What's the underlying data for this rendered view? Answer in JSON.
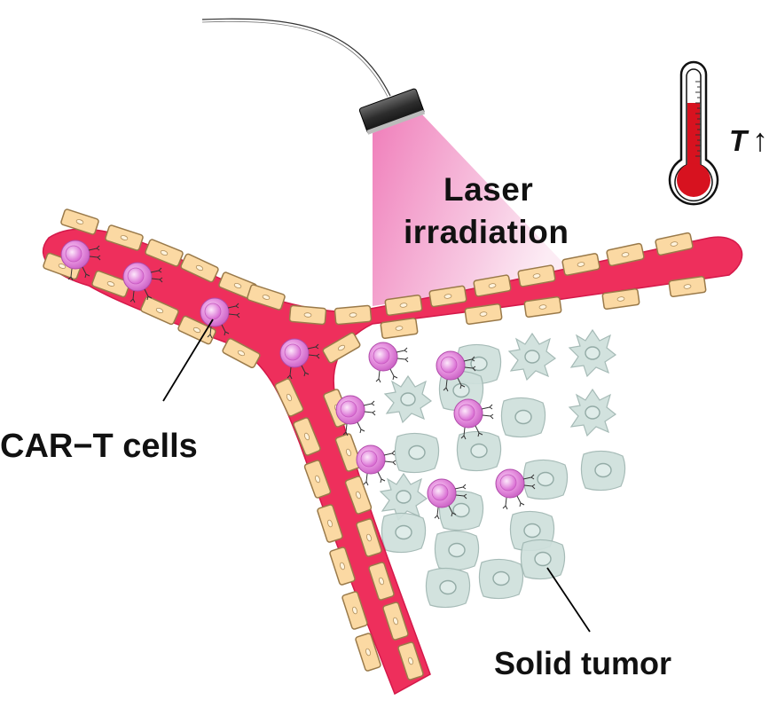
{
  "labels": {
    "laser_line1": "Laser",
    "laser_line2": "irradiation",
    "car_t": "CAR−T cells",
    "tumor": "Solid tumor",
    "temp_symbol": "T",
    "temp_arrow": "↑"
  },
  "colors": {
    "vessel": "#ee2f5c",
    "endothelial_cell": "#fbd9a3",
    "car_t_cell": "#e58fde",
    "tumor_cell": "#cfe0dc",
    "laser_beam": "#ef7fbd",
    "thermometer_fluid": "#d7121f"
  },
  "icons": [
    "optical-fiber-icon",
    "laser-head-icon",
    "thermometer-icon"
  ]
}
